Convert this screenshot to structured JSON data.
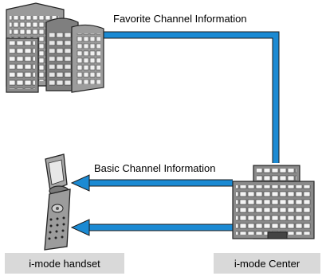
{
  "labels": {
    "favorite_channel": "Favorite Channel Information",
    "basic_channel": "Basic Channel Information"
  },
  "captions": {
    "handset": "i-mode handset",
    "center": "i-mode Center"
  },
  "colors": {
    "arrow": "#1b8ad3",
    "caption_bg": "#d9d9d9",
    "building": "#8a8a8a"
  }
}
